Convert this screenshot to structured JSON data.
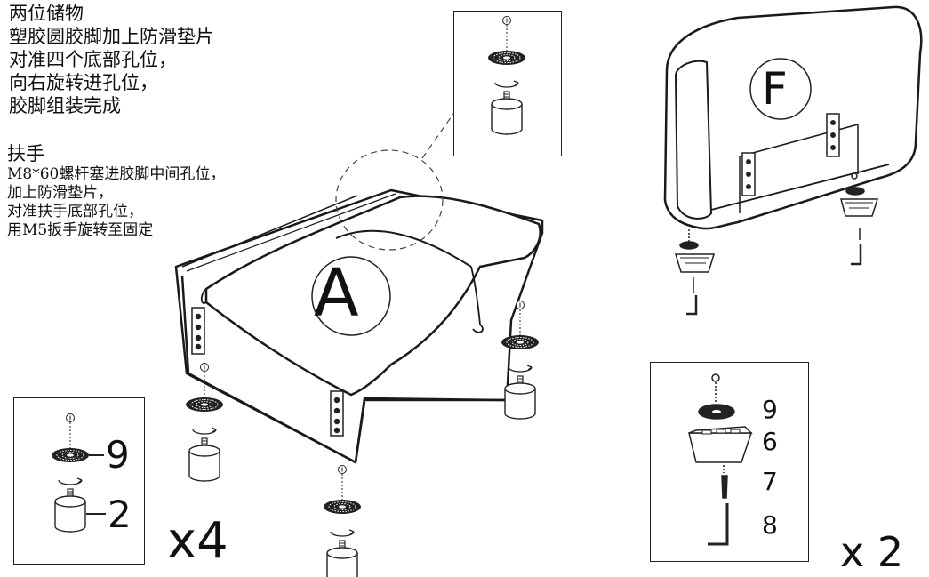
{
  "instructions": {
    "feet": {
      "title": "两位储物",
      "lines": [
        "塑胶圆胶脚加上防滑垫片",
        "对准四个底部孔位，",
        "向右旋转进孔位，",
        "胶脚组装完成"
      ]
    },
    "armrest": {
      "title": "扶手",
      "lines": [
        "M8*60螺杆塞进胶脚中间孔位，",
        "加上防滑垫片，",
        "对准扶手底部孔位，",
        "用M5扳手旋转至固定"
      ]
    }
  },
  "labels": {
    "sofa_body": "A",
    "armrest": "F",
    "feet_qty": "x4",
    "armrest_qty": "x 2",
    "left_detail": {
      "pad": "9",
      "foot": "2"
    },
    "right_detail": {
      "pad": "9",
      "foot": "6",
      "bolt": "7",
      "wrench": "8"
    },
    "rotation_mark": "①"
  }
}
